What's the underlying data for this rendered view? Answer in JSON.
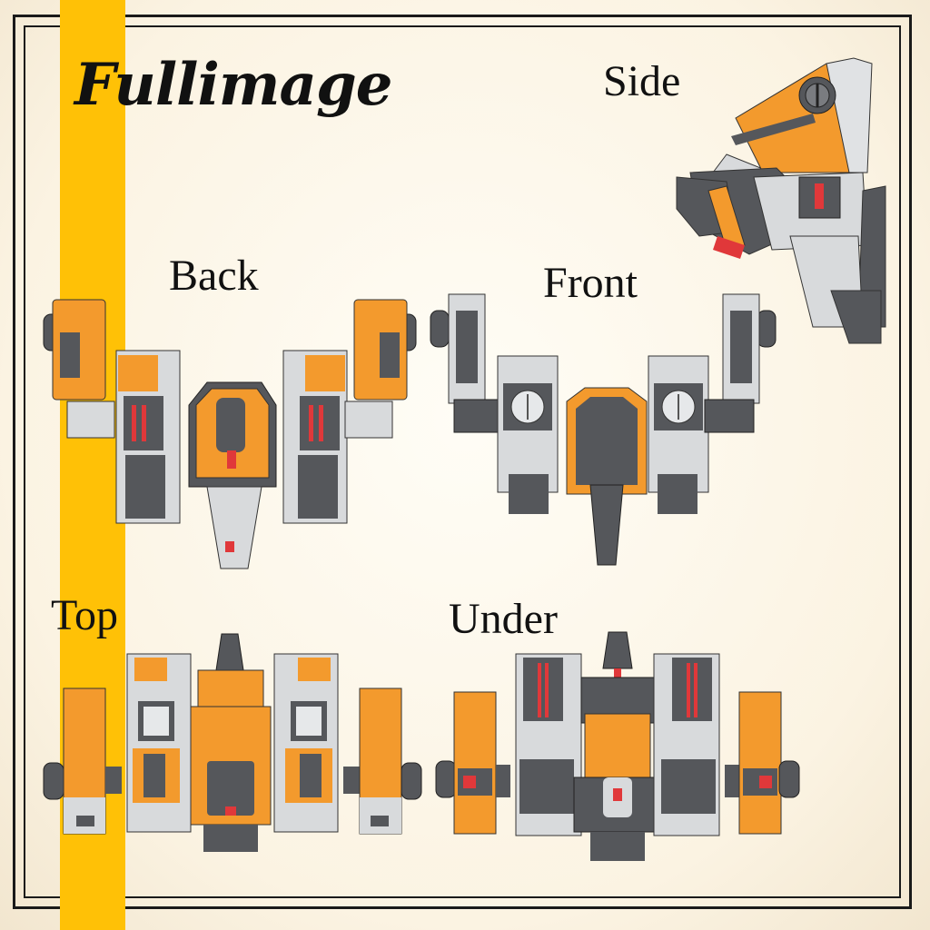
{
  "title": "Fullimage",
  "views": {
    "side": "Side",
    "back": "Back",
    "front": "Front",
    "top": "Top",
    "under": "Under"
  },
  "colors": {
    "stripe": "#ffc106",
    "orange": "#f39a2d",
    "dark_gray": "#55575b",
    "light_gray": "#d8dadc",
    "red": "#e0383a",
    "background": "#fdf7ea"
  }
}
